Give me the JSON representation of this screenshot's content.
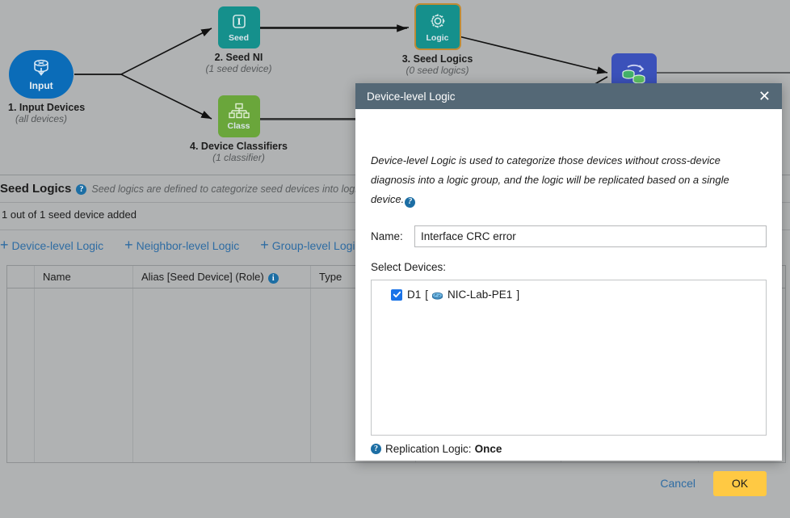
{
  "diagram": {
    "nodes": [
      {
        "id": "input",
        "inner_label": "Input",
        "caption": "1. Input Devices",
        "sub": "(all devices)",
        "color": "#0b6cb8",
        "icon": "database-download-icon"
      },
      {
        "id": "seed-ni",
        "inner_label": "Seed",
        "caption": "2. Seed NI",
        "sub": "(1 seed device)",
        "color": "#15908c",
        "icon": "seed-letter-i-icon"
      },
      {
        "id": "device-classifiers",
        "inner_label": "Class",
        "caption": "4. Device Classifiers",
        "sub": "(1 classifier)",
        "color": "#6aa63b",
        "icon": "hierarchy-icon"
      },
      {
        "id": "seed-logics",
        "inner_label": "Logic",
        "caption": "3. Seed Logics",
        "sub": "(0 seed logics)",
        "color": "#15908c",
        "selected_border": "#c08b35",
        "icon": "gear-icon"
      },
      {
        "id": "replicate",
        "inner_label": "",
        "caption": "",
        "sub": "",
        "color": "#3b51ba",
        "icon": "replicate-icon"
      }
    ]
  },
  "panel": {
    "title": "Seed Logics",
    "description": "Seed logics are defined to categorize seed devices into logic group",
    "added_count": "1 out of 1 seed device added",
    "add_links": [
      {
        "label": "Device-level Logic"
      },
      {
        "label": "Neighbor-level Logic"
      },
      {
        "label": "Group-level Logic"
      }
    ],
    "table": {
      "columns": [
        "",
        "Name",
        "Alias [Seed Device] (Role)",
        "Type",
        "",
        "",
        ""
      ],
      "rows": []
    }
  },
  "dialog": {
    "title": "Device-level Logic",
    "close_label": "✕",
    "description": "Device-level Logic is used to categorize those devices without cross-device diagnosis into a logic group, and the logic will be replicated based on a single device.",
    "name_label": "Name:",
    "name_value": "Interface CRC error",
    "name_placeholder": "",
    "select_devices_label": "Select Devices:",
    "devices": [
      {
        "alias": "D1",
        "bracket_open": "[",
        "hostname": "NIC-Lab-PE1",
        "bracket_close": "]",
        "checked": true
      }
    ],
    "replication_label": "Replication Logic:",
    "replication_value": "Once",
    "cancel_label": "Cancel",
    "ok_label": "OK",
    "accent_ok": "#ffc943",
    "accent_link": "#2e6ca3",
    "titlebar_color": "#546876"
  },
  "glyphs": {
    "help": "?",
    "info": "i",
    "plus": "+",
    "check": "✓"
  }
}
